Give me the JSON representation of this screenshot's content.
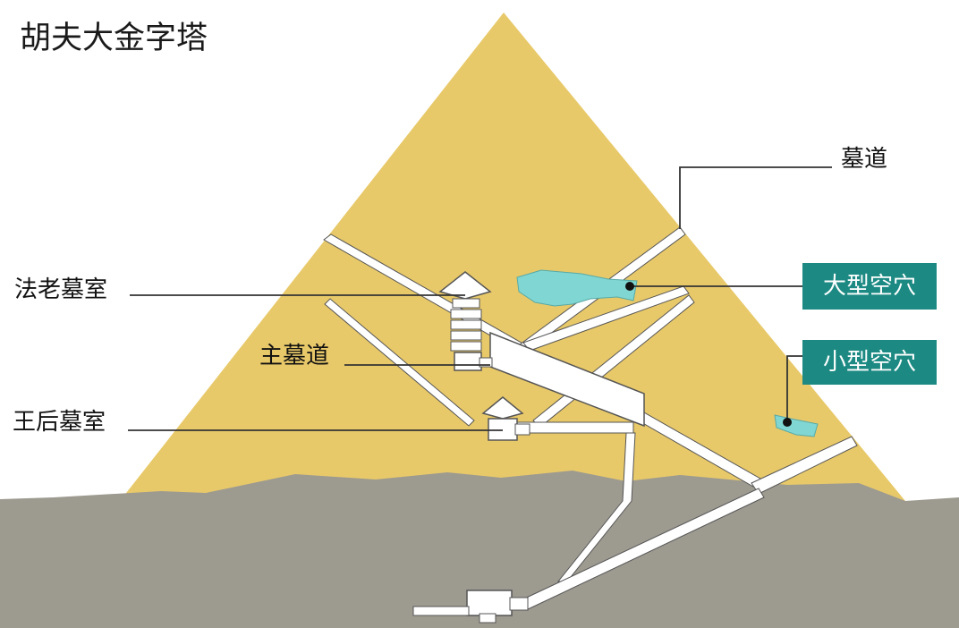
{
  "title": "胡夫大金字塔",
  "labels": {
    "passage": "墓道",
    "kings_chamber": "法老墓室",
    "main_passage": "主墓道",
    "queens_chamber": "王后墓室",
    "big_void": "大型空穴",
    "small_void": "小型空穴"
  },
  "colors": {
    "pyramid": "#e8c96a",
    "ground": "#9d9a90",
    "passage": "#ffffff",
    "void": "#7fd6d2",
    "badge": "#1c8a83",
    "leader_line": "#333333"
  }
}
